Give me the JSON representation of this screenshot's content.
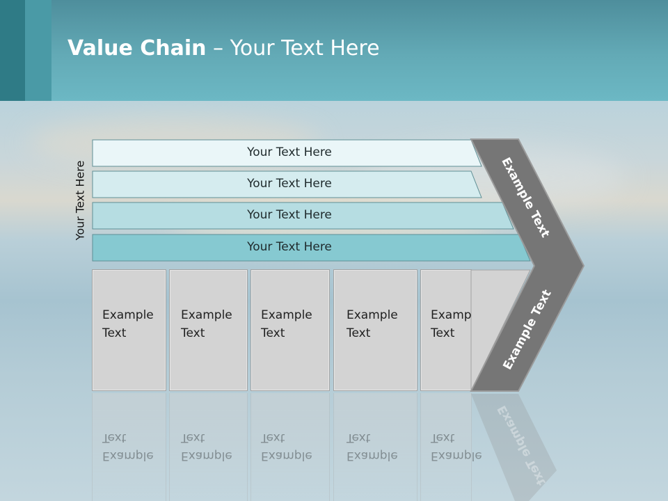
{
  "slide": {
    "title_bold": "Value Chain",
    "title_rest": " – Your Text Here",
    "vertical_label": "Your Text Here",
    "bands": [
      {
        "label": "Your Text Here",
        "color": "#eaf6f8"
      },
      {
        "label": "Your Text Here",
        "color": "#d5ecef"
      },
      {
        "label": "Your Text Here",
        "color": "#b6dde2"
      },
      {
        "label": "Your Text Here",
        "color": "#86c9d1"
      }
    ],
    "boxes": [
      {
        "line1": "Example",
        "line2": "Text"
      },
      {
        "line1": "Example",
        "line2": "Text"
      },
      {
        "line1": "Example",
        "line2": "Text"
      },
      {
        "line1": "Example",
        "line2": "Text"
      },
      {
        "line1": "Example",
        "line2": "Text"
      }
    ],
    "chevron_top_text": "Example Text",
    "chevron_bottom_text": "Example Text",
    "chevron_color": "#767676"
  }
}
